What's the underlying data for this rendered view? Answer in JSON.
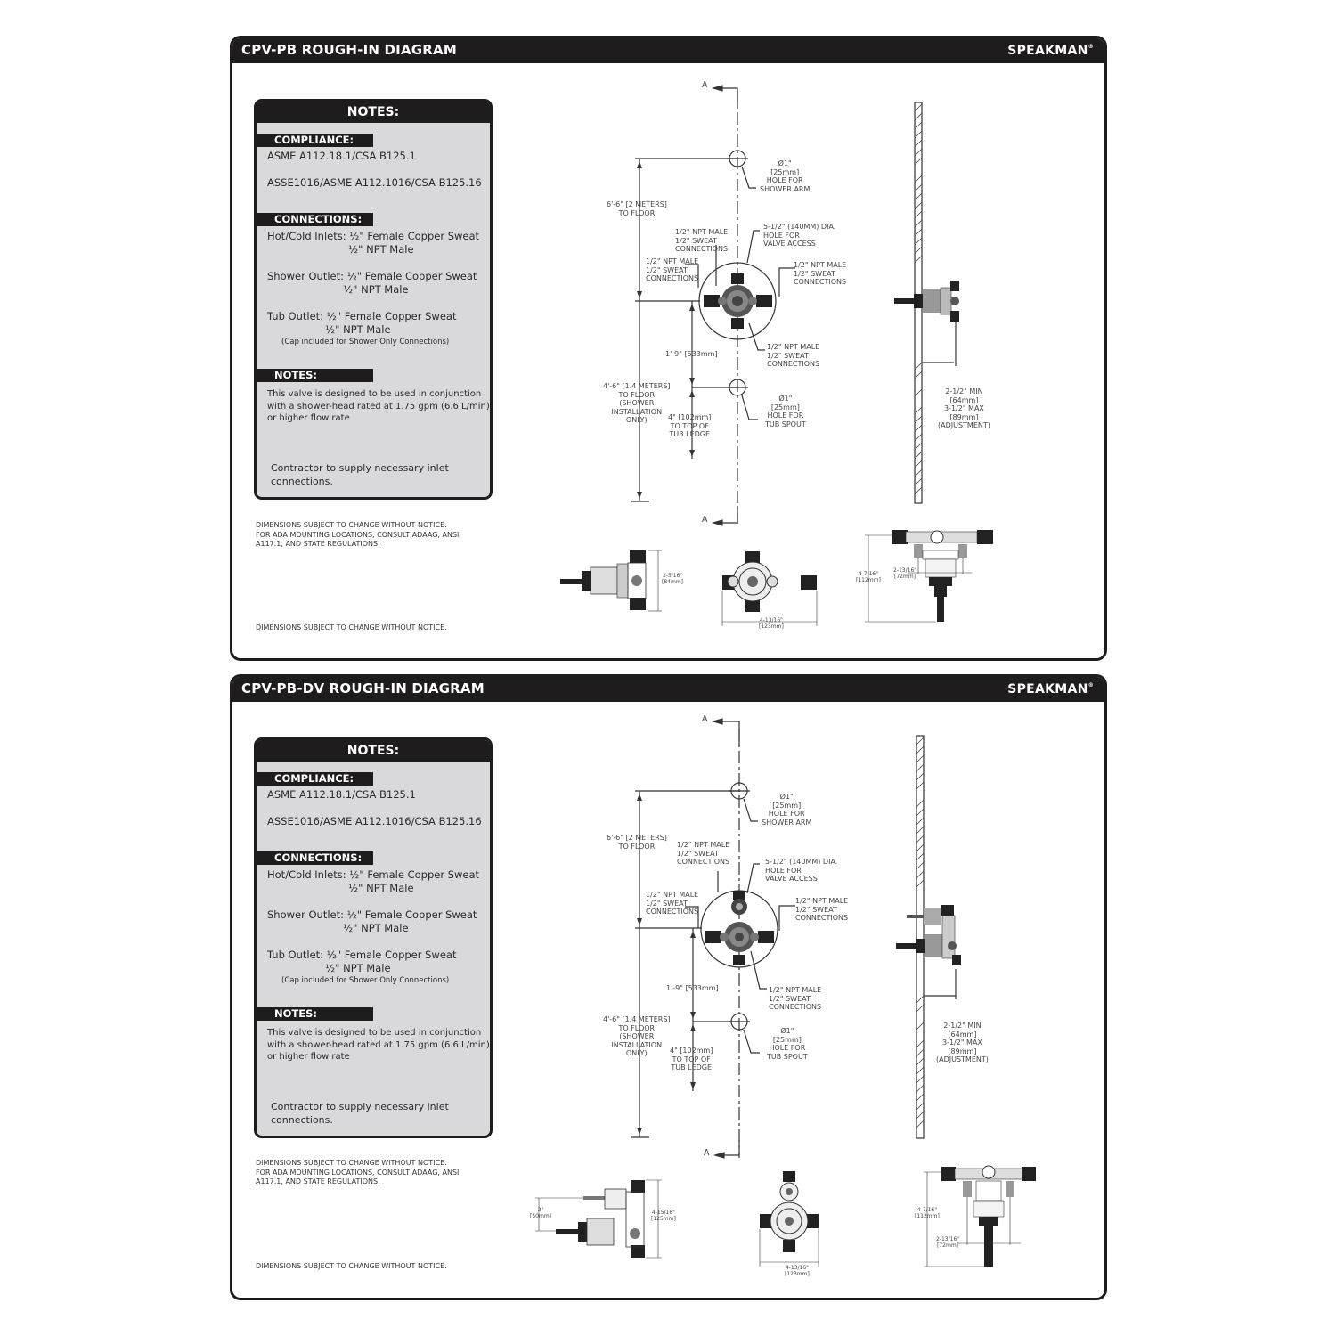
{
  "sheets": [
    {
      "title": "CPV-PB ROUGH-IN DIAGRAM",
      "brand": "SPEAKMAN",
      "brand_mark": "®",
      "notes": {
        "header": "NOTES:",
        "compliance_label": "COMPLIANCE:",
        "compliance": [
          "ASME A112.18.1/CSA B125.1",
          "ASSE1016/ASME A112.1016/CSA B125.16"
        ],
        "connections_label": "CONNECTIONS:",
        "connections": [
          {
            "line1": "Hot/Cold Inlets: ½\" Female Copper Sweat",
            "line2": "½\" NPT Male"
          },
          {
            "line1": "Shower Outlet: ½\" Female Copper Sweat",
            "line2": "½\" NPT Male"
          },
          {
            "line1": "Tub Outlet: ½\" Female Copper Sweat",
            "line2": "½\" NPT Male",
            "line3": "(Cap included for Shower Only Connections)"
          }
        ],
        "notes_label": "NOTES:",
        "note1": "This valve is designed to be used in conjunction with a shower-head rated at 1.75 gpm (6.6 L/min) or higher flow rate",
        "note2": "Contractor to supply necessary inlet connections."
      },
      "disclaimer1": "DIMENSIONS SUBJECT TO CHANGE WITHOUT NOTICE.\nFOR ADA MOUNTING LOCATIONS, CONSULT ADAAG, ANSI\nA117.1, AND STATE REGULATIONS.",
      "disclaimer2": "DIMENSIONS SUBJECT TO CHANGE WITHOUT NOTICE.",
      "front_view": {
        "section_marker": "A",
        "shower_arm_hole": "Ø1\"\n[25mm]\nHOLE FOR\nSHOWER ARM",
        "height_to_floor": "6'-6\" [2 METERS]\nTO FLOOR",
        "top_conn": "1/2\" NPT MALE\n1/2\" SWEAT\nCONNECTIONS",
        "access_hole": "5-1/2\" (140MM) DIA.\nHOLE FOR\nVALVE ACCESS",
        "left_conn": "1/2\" NPT MALE\n1/2\" SWEAT\nCONNECTIONS",
        "right_conn": "1/2\" NPT MALE\n1/2\" SWEAT\nCONNECTIONS",
        "bottom_conn": "1/2\" NPT MALE\n1/2\" SWEAT\nCONNECTIONS",
        "valve_to_spout": "1'-9\" [533mm]",
        "valve_to_floor": "4'-6\" [1.4 METERS]\nTO FLOOR\n(SHOWER\nINSTALLATION\nONLY)",
        "tub_ledge": "4\" [102mm]\nTO TOP OF\nTUB LEDGE",
        "tub_spout_hole": "Ø1\"\n[25mm]\nHOLE FOR\nTUB SPOUT"
      },
      "side_view": {
        "adjustment": "2-1/2\" MIN\n[64mm]\n3-1/2\" MAX\n[89mm]\n(ADJUSTMENT)"
      },
      "detail_views": {
        "side_dim": "3-5/16\"\n[84mm]",
        "front_dim": "4-13/16\"\n[123mm]",
        "top_height_dim": "4-7/16\"\n[112mm]",
        "top_width_dim": "2-13/16\"\n[72mm]"
      }
    },
    {
      "title": "CPV-PB-DV ROUGH-IN DIAGRAM",
      "brand": "SPEAKMAN",
      "brand_mark": "®",
      "notes": {
        "header": "NOTES:",
        "compliance_label": "COMPLIANCE:",
        "compliance": [
          "ASME A112.18.1/CSA B125.1",
          "ASSE1016/ASME A112.1016/CSA B125.16"
        ],
        "connections_label": "CONNECTIONS:",
        "connections": [
          {
            "line1": "Hot/Cold Inlets: ½\" Female Copper Sweat",
            "line2": "½\" NPT Male"
          },
          {
            "line1": "Shower Outlet: ½\" Female Copper Sweat",
            "line2": "½\" NPT Male"
          },
          {
            "line1": "Tub Outlet: ½\" Female Copper Sweat",
            "line2": "½\" NPT Male",
            "line3": "(Cap included for Shower Only Connections)"
          }
        ],
        "notes_label": "NOTES:",
        "note1": "This valve is designed to be used in conjunction with a shower-head rated at 1.75 gpm (6.6 L/min) or higher flow rate",
        "note2": "Contractor to supply necessary inlet connections."
      },
      "disclaimer1": "DIMENSIONS SUBJECT TO CHANGE WITHOUT NOTICE.\nFOR ADA MOUNTING LOCATIONS, CONSULT ADAAG, ANSI\nA117.1, AND STATE REGULATIONS.",
      "disclaimer2": "DIMENSIONS SUBJECT TO CHANGE WITHOUT NOTICE.",
      "front_view": {
        "section_marker": "A",
        "shower_arm_hole": "Ø1\"\n[25mm]\nHOLE FOR\nSHOWER ARM",
        "height_to_floor": "6'-6\" [2 METERS]\nTO FLOOR",
        "top_conn": "1/2\" NPT MALE\n1/2\" SWEAT\nCONNECTIONS",
        "access_hole": "5-1/2\" (140MM) DIA.\nHOLE FOR\nVALVE ACCESS",
        "left_conn": "1/2\" NPT MALE\n1/2\" SWEAT\nCONNECTIONS",
        "right_conn": "1/2\" NPT MALE\n1/2\" SWEAT\nCONNECTIONS",
        "bottom_conn": "1/2\" NPT MALE\n1/2\" SWEAT\nCONNECTIONS",
        "valve_to_spout": "1'-9\" [533mm]",
        "valve_to_floor": "4'-6\" [1.4 METERS]\nTO FLOOR\n(SHOWER\nINSTALLATION\nONLY)",
        "tub_ledge": "4\" [102mm]\nTO TOP OF\nTUB LEDGE",
        "tub_spout_hole": "Ø1\"\n[25mm]\nHOLE FOR\nTUB SPOUT"
      },
      "side_view": {
        "adjustment": "2-1/2\" MIN\n[64mm]\n3-1/2\" MAX\n[89mm]\n(ADJUSTMENT)"
      },
      "detail_views": {
        "side_offset_dim": "2\"\n[50mm]",
        "side_dim": "4-15/16\"\n[125mm]",
        "front_dim": "4-13/16\"\n[123mm]",
        "top_height_dim": "4-7/16\"\n[112mm]",
        "top_width_dim": "2-13/16\"\n[72mm]"
      }
    }
  ],
  "colors": {
    "header_bg": "#1e1c1c",
    "notes_bg": "#d9d9dc",
    "line": "#333333"
  }
}
